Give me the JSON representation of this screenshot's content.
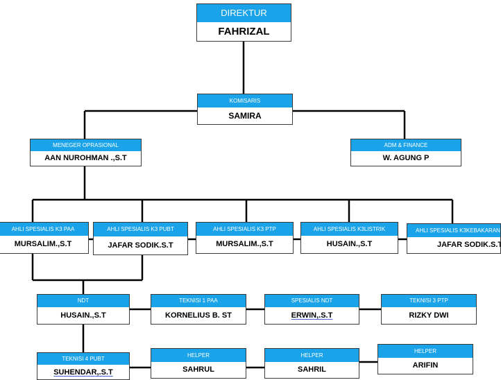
{
  "colors": {
    "header": "#1aa3e8",
    "line": "#000000",
    "border": "#3a3a3a"
  },
  "nodes": {
    "direktur": {
      "title": "DIREKTUR",
      "name": "FAHRIZAL"
    },
    "komisaris": {
      "title": "KOMISARIS",
      "name": "SAMIRA"
    },
    "meneger": {
      "title": "MENEGER OPRASIONAL",
      "name": "AAN NUROHMAN .,S.T"
    },
    "adm": {
      "title": "ADM & FINANCE",
      "name": "W. AGUNG P"
    },
    "k3paa": {
      "title": "AHLI SPESIALIS  K3 PAA",
      "name": "MURSALIM.,S.T"
    },
    "k3pubt": {
      "title": "AHLI SPESIALIS  K3 PUBT",
      "name": "JAFAR SODIK.S.T"
    },
    "k3ptp": {
      "title": "AHLI SPESIALIS  K3 PTP",
      "name": "MURSALIM.,S.T"
    },
    "k3listrik": {
      "title": "AHLI SPESIALIS  K3LISTRIK",
      "name": "HUSAIN.,S.T"
    },
    "k3kebakaran": {
      "title": "AHLI SPESIALIS K3KEBAKARAN",
      "name": "JAFAR SODIK.S.T"
    },
    "ndt": {
      "title": "NDT",
      "name": "HUSAIN.,S.T"
    },
    "teknisi1": {
      "title": "TEKNISI 1 PAA",
      "name": "KORNELIUS B. ST"
    },
    "spesialis_ndt": {
      "title": "SPESIALIS NDT",
      "name": "ERWIN,.S.T"
    },
    "teknisi3": {
      "title": "TEKNISI 3 PTP",
      "name": "RIZKY DWI"
    },
    "teknisi4": {
      "title": "TEKNISI 4 PUBT",
      "name": "SUHENDAR,.S.T"
    },
    "helper1": {
      "title": "HELPER",
      "name": "SAHRUL"
    },
    "helper2": {
      "title": "HELPER",
      "name": "SAHRIL"
    },
    "helper3": {
      "title": "HELPER",
      "name": "ARIFIN"
    }
  }
}
